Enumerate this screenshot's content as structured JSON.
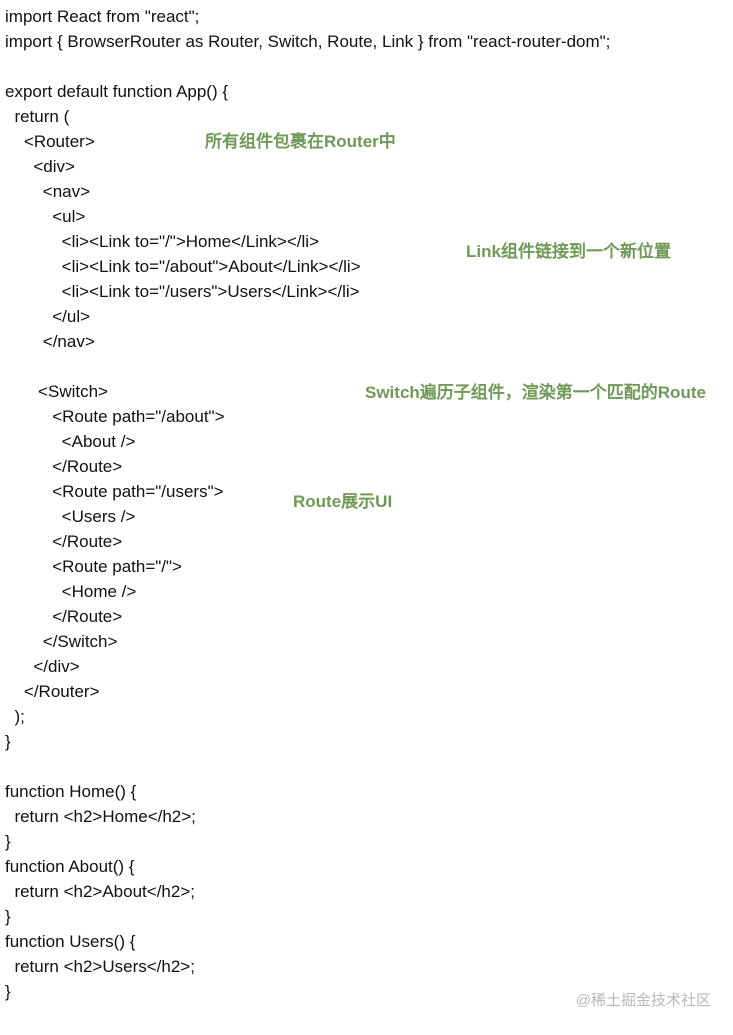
{
  "code": {
    "lines": [
      "import React from \"react\";",
      "import { BrowserRouter as Router, Switch, Route, Link } from \"react-router-dom\";",
      "",
      "export default function App() {",
      "  return (",
      "    <Router>",
      "      <div>",
      "        <nav>",
      "          <ul>",
      "            <li><Link to=\"/\">Home</Link></li>",
      "            <li><Link to=\"/about\">About</Link></li>",
      "            <li><Link to=\"/users\">Users</Link></li>",
      "          </ul>",
      "        </nav>",
      "",
      "       <Switch>",
      "          <Route path=\"/about\">",
      "            <About />",
      "          </Route>",
      "          <Route path=\"/users\">",
      "            <Users />",
      "          </Route>",
      "          <Route path=\"/\">",
      "            <Home />",
      "          </Route>",
      "        </Switch>",
      "      </div>",
      "    </Router>",
      "  );",
      "}",
      "",
      "function Home() {",
      "  return <h2>Home</h2>;",
      "}",
      "function About() {",
      "  return <h2>About</h2>;",
      "}",
      "function Users() {",
      "  return <h2>Users</h2>;",
      "}"
    ]
  },
  "annotations": {
    "router_note": "所有组件包裹在Router中",
    "link_note": "Link组件链接到一个新位置",
    "switch_note": "Switch遍历子组件，渲染第一个匹配的Route",
    "route_note": "Route展示UI"
  },
  "watermark": "@稀土掘金技术社区",
  "colors": {
    "annotation": "#6f9a57",
    "code_text": "#111111",
    "watermark": "#b8b8b8"
  }
}
